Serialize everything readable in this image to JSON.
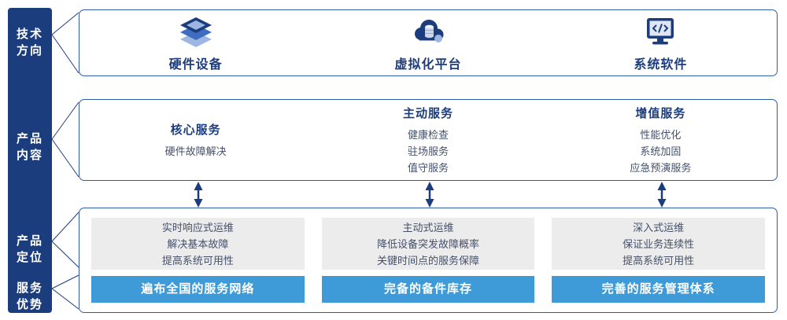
{
  "sidebar": {
    "labels": [
      {
        "id": "tech-direction",
        "line1": "技术",
        "line2": "方向"
      },
      {
        "id": "product-content",
        "line1": "产品",
        "line2": "内容"
      },
      {
        "id": "product-positioning",
        "line1": "产品",
        "line2": "定位"
      },
      {
        "id": "service-advantage",
        "line1": "服务",
        "line2": "优势"
      }
    ]
  },
  "tech_row": {
    "items": [
      {
        "icon": "hardware-stack-icon",
        "label": "硬件设备"
      },
      {
        "icon": "cloud-virtualization-icon",
        "label": "虚拟化平台"
      },
      {
        "icon": "system-software-icon",
        "label": "系统软件"
      }
    ]
  },
  "service_row": {
    "columns": [
      {
        "title": "核心服务",
        "items": [
          "硬件故障解决"
        ]
      },
      {
        "title": "主动服务",
        "items": [
          "健康检查",
          "驻场服务",
          "值守服务"
        ]
      },
      {
        "title": "增值服务",
        "items": [
          "性能优化",
          "系统加固",
          "应急预演服务"
        ]
      }
    ]
  },
  "bottom_row": {
    "columns": [
      {
        "positioning": [
          "实时响应式运维",
          "解决基本故障",
          "提高系统可用性"
        ],
        "advantage": "遍布全国的服务网络"
      },
      {
        "positioning": [
          "主动式运维",
          "降低设备突发故障概率",
          "关键时间点的服务保障"
        ],
        "advantage": "完备的备件库存"
      },
      {
        "positioning": [
          "深入式运维",
          "保证业务连续性",
          "提高系统可用性"
        ],
        "advantage": "完善的服务管理体系"
      }
    ]
  },
  "colors": {
    "navy": "#1c3d7d",
    "border_blue": "#2f5ca8",
    "banner_blue": "#3e9bd8",
    "panel_gray": "#ececec"
  }
}
